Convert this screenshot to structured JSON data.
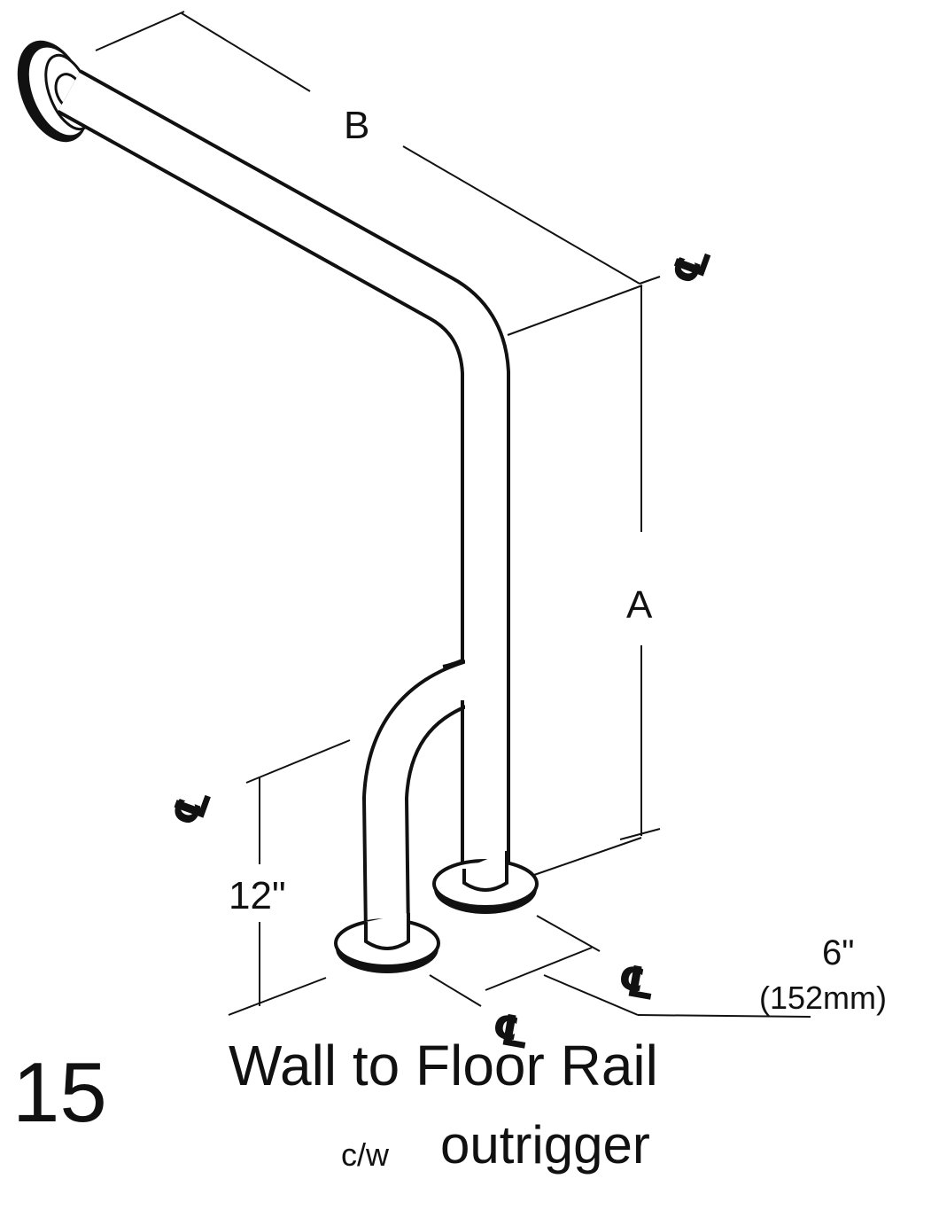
{
  "diagram": {
    "dimensions": {
      "a_label": "A",
      "b_label": "B",
      "outrigger_height": "12\"",
      "outrigger_offset": "6\"",
      "outrigger_offset_metric": "(152mm)"
    },
    "centerline_symbols": [
      "℄",
      "℄",
      "℄",
      "℄"
    ]
  },
  "caption": {
    "item_number": "15",
    "title": "Wall to Floor Rail",
    "subtitle_prefix": "c/w",
    "subtitle": "outrigger"
  }
}
